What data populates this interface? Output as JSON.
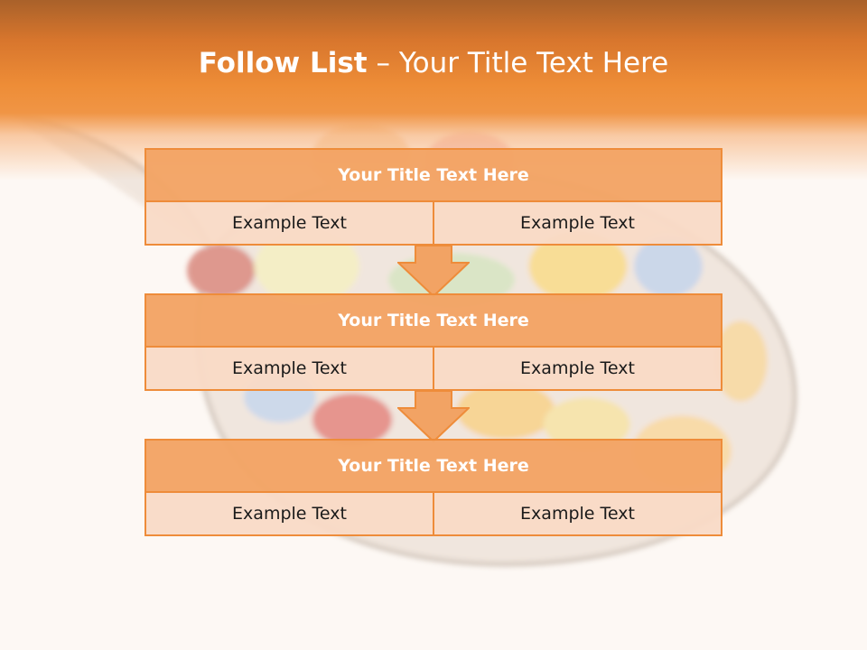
{
  "title": {
    "bold": "Follow List",
    "rest": " – Your Title Text Here"
  },
  "blocks": [
    {
      "title": "Your Title Text Here",
      "left": "Example Text",
      "right": "Example Text"
    },
    {
      "title": "Your Title Text Here",
      "left": "Example Text",
      "right": "Example Text"
    },
    {
      "title": "Your Title Text Here",
      "left": "Example Text",
      "right": "Example Text"
    }
  ],
  "colors": {
    "accent": "#ee8c3a",
    "title_fill": "#f2a364",
    "cell_fill": "#f9dac6",
    "header": "#ee8d37",
    "background": "#fdf8f4"
  }
}
